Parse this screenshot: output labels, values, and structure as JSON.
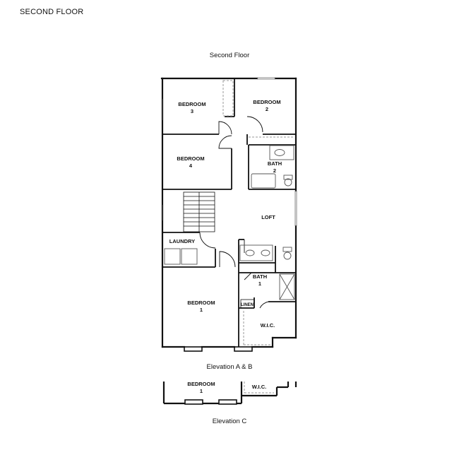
{
  "header": {
    "title": "SECOND FLOOR"
  },
  "plan": {
    "title": "Second Floor",
    "rooms": {
      "bedroom3": [
        "BEDROOM",
        "3"
      ],
      "bedroom2": [
        "BEDROOM",
        "2"
      ],
      "bedroom4": [
        "BEDROOM",
        "4"
      ],
      "bath2": [
        "BATH",
        "2"
      ],
      "loft": "LOFT",
      "laundry": "LAUNDRY",
      "bath1": [
        "BATH",
        "1"
      ],
      "linen": "LINEN",
      "bedroom1": [
        "BEDROOM",
        "1"
      ],
      "wic": "W.I.C."
    },
    "elevation_ab_caption": "Elevation A & B"
  },
  "elevation_c": {
    "rooms": {
      "bedroom1": [
        "BEDROOM",
        "1"
      ],
      "wic": "W.I.C."
    },
    "caption": "Elevation C"
  },
  "colors": {
    "wall": "#111111",
    "fixture": "#555555",
    "dashed": "#999999",
    "background": "#ffffff"
  }
}
